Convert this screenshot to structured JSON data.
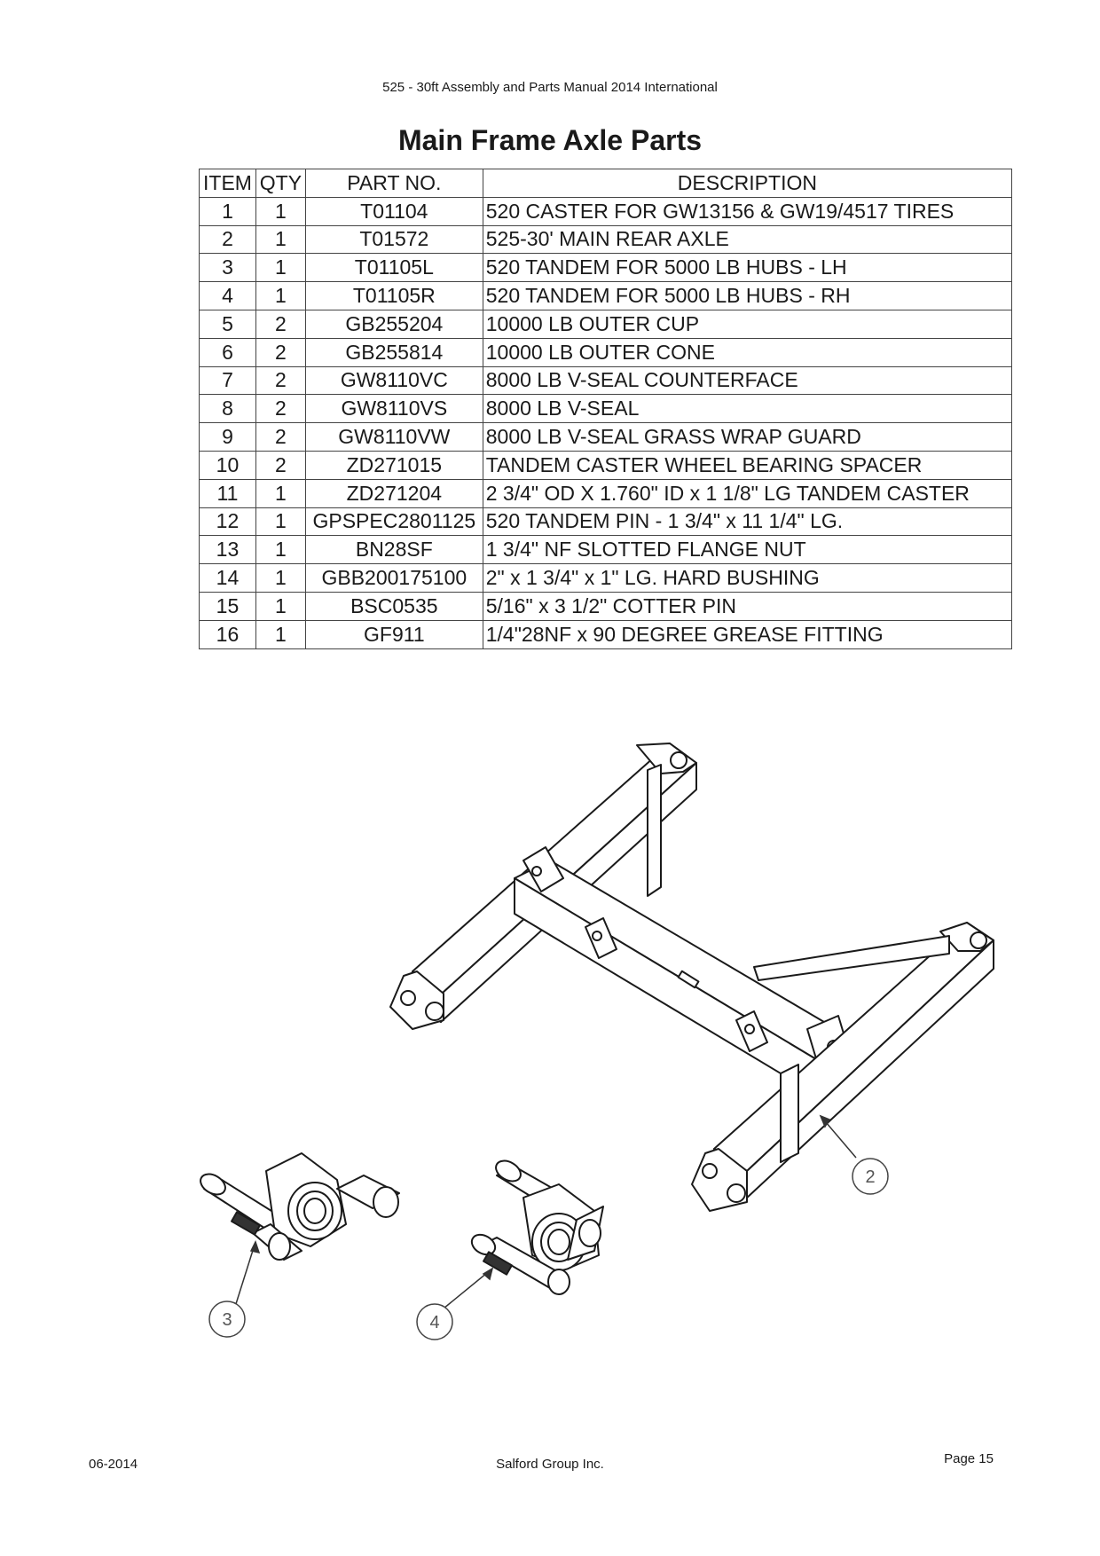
{
  "header": "525 - 30ft Assembly and Parts Manual 2014 International",
  "title": "Main Frame Axle Parts",
  "table": {
    "columns": [
      "ITEM",
      "QTY",
      "PART NO.",
      "DESCRIPTION"
    ],
    "rows": [
      [
        "1",
        "1",
        "T01104",
        "520 CASTER FOR GW13156 & GW19/4517 TIRES"
      ],
      [
        "2",
        "1",
        "T01572",
        "525-30' MAIN REAR AXLE"
      ],
      [
        "3",
        "1",
        "T01105L",
        "520 TANDEM FOR 5000 LB HUBS - LH"
      ],
      [
        "4",
        "1",
        "T01105R",
        "520 TANDEM FOR 5000 LB HUBS - RH"
      ],
      [
        "5",
        "2",
        "GB255204",
        "10000 LB OUTER CUP"
      ],
      [
        "6",
        "2",
        "GB255814",
        "10000 LB OUTER CONE"
      ],
      [
        "7",
        "2",
        "GW8110VC",
        "8000 LB V-SEAL COUNTERFACE"
      ],
      [
        "8",
        "2",
        "GW8110VS",
        "8000 LB V-SEAL"
      ],
      [
        "9",
        "2",
        "GW8110VW",
        "8000 LB V-SEAL GRASS WRAP GUARD"
      ],
      [
        "10",
        "2",
        "ZD271015",
        " TANDEM CASTER WHEEL BEARING SPACER"
      ],
      [
        "11",
        "1",
        "ZD271204",
        "2 3/4\" OD X 1.760\" ID x 1 1/8\" LG TANDEM CASTER"
      ],
      [
        "12",
        "1",
        "GPSPEC2801125",
        "520 TANDEM PIN - 1 3/4\" x 11 1/4\" LG."
      ],
      [
        "13",
        "1",
        "BN28SF",
        "1 3/4\" NF SLOTTED FLANGE NUT"
      ],
      [
        "14",
        "1",
        "GBB200175100",
        "2\" x 1 3/4\" x 1\" LG. HARD BUSHING"
      ],
      [
        "15",
        "1",
        "BSC0535",
        "5/16\" x 3 1/2\" COTTER PIN"
      ],
      [
        "16",
        "1",
        "GF911",
        "1/4\"28NF x 90 DEGREE GREASE FITTING"
      ]
    ]
  },
  "callouts": {
    "axle": "2",
    "tandem_lh": "3",
    "tandem_rh": "4"
  },
  "footer": {
    "date": "06-2014",
    "company": "Salford Group Inc.",
    "page": "Page 15"
  }
}
